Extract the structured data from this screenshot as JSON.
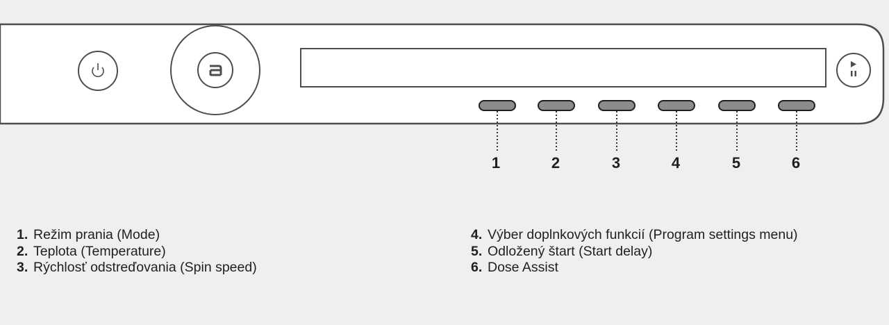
{
  "panel": {
    "power_icon": "power-icon",
    "auto_icon": "a-logo-icon",
    "play_pause_icon": "play-pause-icon",
    "colors": {
      "outline": "#4d4d4d",
      "button_fill": "#8c8c8c",
      "background": "#eeeff1",
      "panel_fill": "#ffffff"
    }
  },
  "callouts": [
    "1",
    "2",
    "3",
    "4",
    "5",
    "6"
  ],
  "legend": {
    "left": [
      {
        "num": "1.",
        "text": "Režim prania (Mode)"
      },
      {
        "num": "2.",
        "text": "Teplota  (Temperature)"
      },
      {
        "num": "3.",
        "text": "Rýchlosť odstreďovania (Spin speed)"
      }
    ],
    "right": [
      {
        "num": "4.",
        "text": "Výber doplnkových funkcií (Program settings menu)"
      },
      {
        "num": "5.",
        "text": "Odložený štart  (Start delay)"
      },
      {
        "num": "6.",
        "text": "Dose Assist"
      }
    ]
  }
}
